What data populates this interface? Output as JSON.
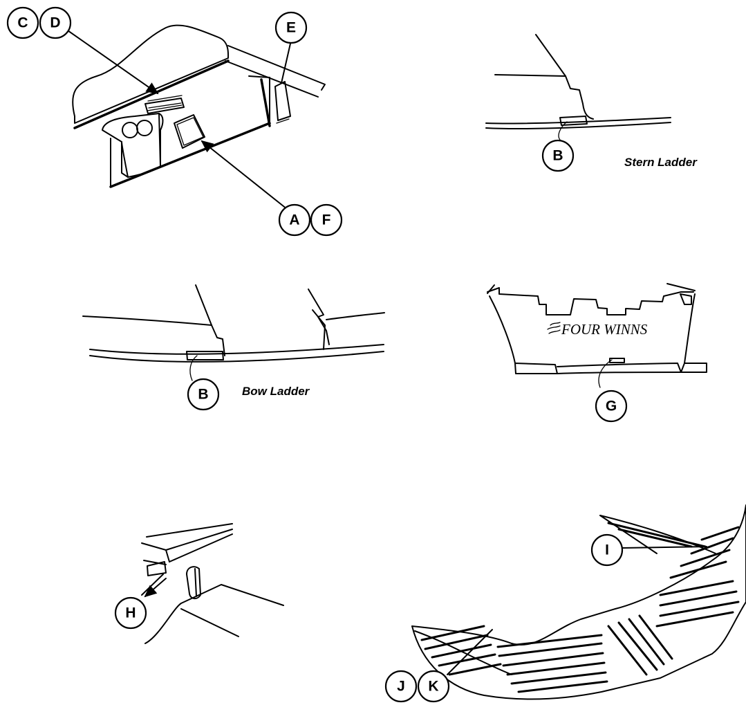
{
  "callouts": {
    "c": "C",
    "d": "D",
    "e": "E",
    "a": "A",
    "f": "F",
    "b_stern": "B",
    "b_bow": "B",
    "g": "G",
    "h": "H",
    "i": "I",
    "j": "J",
    "k": "K"
  },
  "captions": {
    "stern_ladder": "Stern Ladder",
    "bow_ladder": "Bow Ladder"
  },
  "brand": {
    "logo_text": "FOUR WINNS"
  }
}
